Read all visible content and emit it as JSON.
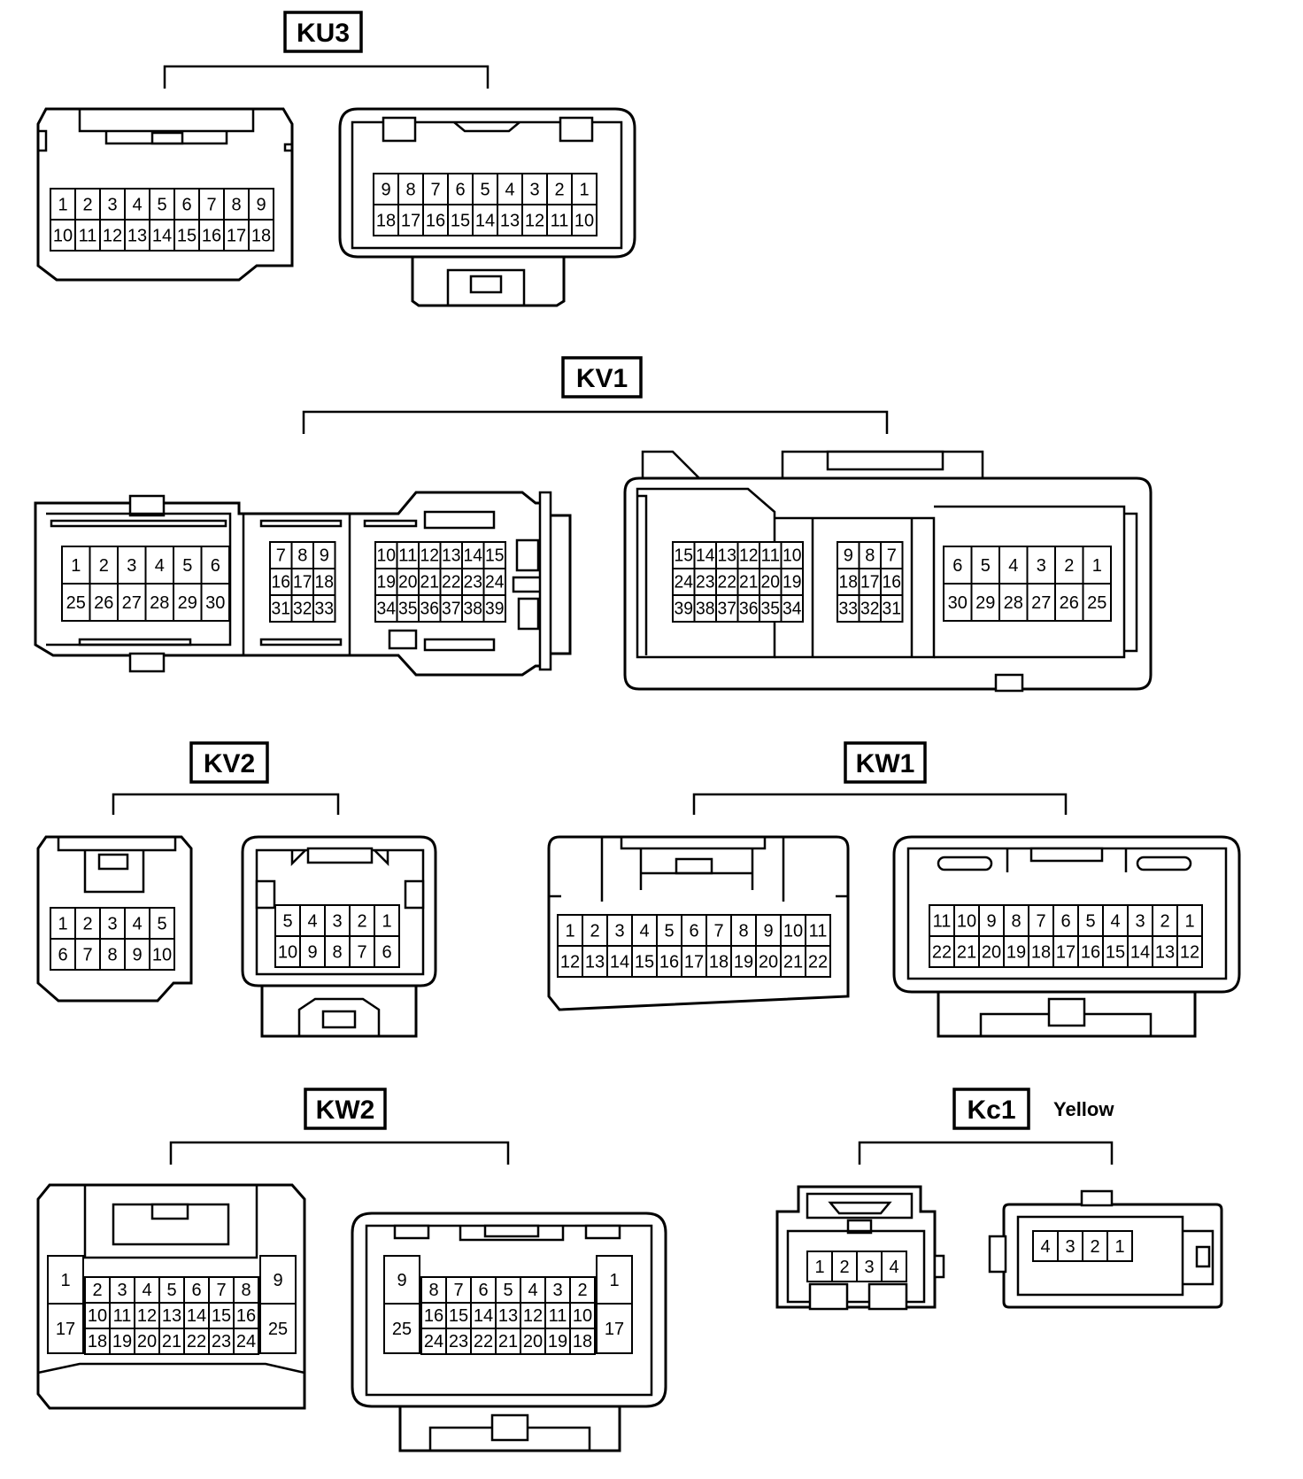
{
  "connectors": {
    "ku3": {
      "label": "KU3"
    },
    "kv1": {
      "label": "KV1"
    },
    "kv2": {
      "label": "KV2"
    },
    "kw1": {
      "label": "KW1"
    },
    "kw2": {
      "label": "KW2"
    },
    "kc1": {
      "label": "Kc1",
      "note": "Yellow"
    }
  },
  "grids": {
    "ku3_a": [
      [
        "1",
        "2",
        "3",
        "4",
        "5",
        "6",
        "7",
        "8",
        "9"
      ],
      [
        "10",
        "11",
        "12",
        "13",
        "14",
        "15",
        "16",
        "17",
        "18"
      ]
    ],
    "ku3_b": [
      [
        "9",
        "8",
        "7",
        "6",
        "5",
        "4",
        "3",
        "2",
        "1"
      ],
      [
        "18",
        "17",
        "16",
        "15",
        "14",
        "13",
        "12",
        "11",
        "10"
      ]
    ],
    "kv1_a1": [
      [
        "1",
        "2",
        "3",
        "4",
        "5",
        "6"
      ],
      [
        "25",
        "26",
        "27",
        "28",
        "29",
        "30"
      ]
    ],
    "kv1_a2": [
      [
        "7",
        "8",
        "9"
      ],
      [
        "16",
        "17",
        "18"
      ],
      [
        "31",
        "32",
        "33"
      ]
    ],
    "kv1_a3": [
      [
        "10",
        "11",
        "12",
        "13",
        "14",
        "15"
      ],
      [
        "19",
        "20",
        "21",
        "22",
        "23",
        "24"
      ],
      [
        "34",
        "35",
        "36",
        "37",
        "38",
        "39"
      ]
    ],
    "kv1_b1": [
      [
        "15",
        "14",
        "13",
        "12",
        "11",
        "10"
      ],
      [
        "24",
        "23",
        "22",
        "21",
        "20",
        "19"
      ],
      [
        "39",
        "38",
        "37",
        "36",
        "35",
        "34"
      ]
    ],
    "kv1_b2": [
      [
        "9",
        "8",
        "7"
      ],
      [
        "18",
        "17",
        "16"
      ],
      [
        "33",
        "32",
        "31"
      ]
    ],
    "kv1_b3": [
      [
        "6",
        "5",
        "4",
        "3",
        "2",
        "1"
      ],
      [
        "30",
        "29",
        "28",
        "27",
        "26",
        "25"
      ]
    ],
    "kv2_a": [
      [
        "1",
        "2",
        "3",
        "4",
        "5"
      ],
      [
        "6",
        "7",
        "8",
        "9",
        "10"
      ]
    ],
    "kv2_b": [
      [
        "5",
        "4",
        "3",
        "2",
        "1"
      ],
      [
        "10",
        "9",
        "8",
        "7",
        "6"
      ]
    ],
    "kw1_a": [
      [
        "1",
        "2",
        "3",
        "4",
        "5",
        "6",
        "7",
        "8",
        "9",
        "10",
        "11"
      ],
      [
        "12",
        "13",
        "14",
        "15",
        "16",
        "17",
        "18",
        "19",
        "20",
        "21",
        "22"
      ]
    ],
    "kw1_b": [
      [
        "11",
        "10",
        "9",
        "8",
        "7",
        "6",
        "5",
        "4",
        "3",
        "2",
        "1"
      ],
      [
        "22",
        "21",
        "20",
        "19",
        "18",
        "17",
        "16",
        "15",
        "14",
        "13",
        "12"
      ]
    ],
    "kw2_a_side": {
      "left_top": "1",
      "left_bottom": "17",
      "right_top": "9",
      "right_bottom": "25"
    },
    "kw2_a": [
      [
        "2",
        "3",
        "4",
        "5",
        "6",
        "7",
        "8"
      ],
      [
        "10",
        "11",
        "12",
        "13",
        "14",
        "15",
        "16"
      ],
      [
        "18",
        "19",
        "20",
        "21",
        "22",
        "23",
        "24"
      ]
    ],
    "kw2_b_side": {
      "left_top": "9",
      "left_bottom": "25",
      "right_top": "1",
      "right_bottom": "17"
    },
    "kw2_b": [
      [
        "8",
        "7",
        "6",
        "5",
        "4",
        "3",
        "2"
      ],
      [
        "16",
        "15",
        "14",
        "13",
        "12",
        "11",
        "10"
      ],
      [
        "24",
        "23",
        "22",
        "21",
        "20",
        "19",
        "18"
      ]
    ],
    "kc1_a": [
      [
        "1",
        "2",
        "3",
        "4"
      ]
    ],
    "kc1_b": [
      [
        "4",
        "3",
        "2",
        "1"
      ]
    ]
  }
}
